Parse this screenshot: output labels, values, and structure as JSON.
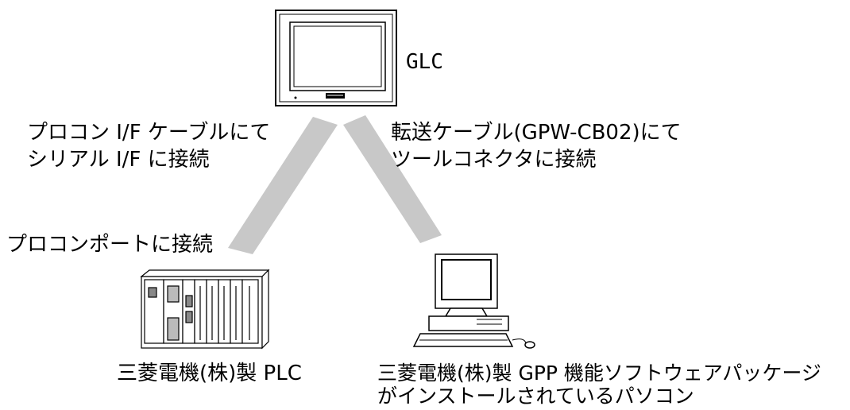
{
  "glc_label": "GLC",
  "left_cable_note": {
    "line1": "プロコン I/F ケーブルにて",
    "line2": "シリアル I/F に接続"
  },
  "right_cable_note": {
    "line1": "転送ケーブル(GPW-CB02)にて",
    "line2": "ツールコネクタに接続"
  },
  "plc_port_note": "プロコンポートに接続",
  "plc_caption": "三菱電機(株)製 PLC",
  "pc_caption": {
    "line1": "三菱電機(株)製 GPP 機能ソフトウェアパッケージ",
    "line2": "がインストールされているパソコン"
  },
  "colors": {
    "cable": "#c8c8c8",
    "line": "#000000",
    "panel": "#ffffff"
  }
}
